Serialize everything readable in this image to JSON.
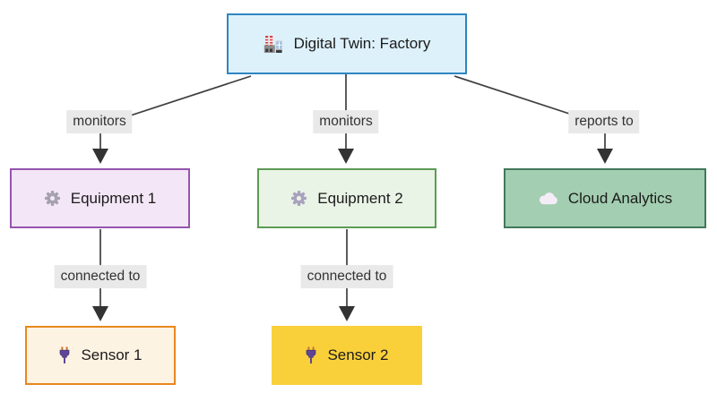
{
  "diagram": {
    "background_color": "#ffffff",
    "edge_color": "#404040",
    "arrow_color": "#333333",
    "edge_label_bg": "#e9e9e9",
    "nodes": [
      {
        "id": "digital-twin",
        "label": "Digital Twin: Factory",
        "icon": "factory-icon",
        "bg": "#ddf1fb",
        "border": "#2e86c1"
      },
      {
        "id": "equipment-1",
        "label": "Equipment 1",
        "icon": "gear-icon",
        "bg": "#f3e6f7",
        "border": "#9455ad"
      },
      {
        "id": "equipment-2",
        "label": "Equipment 2",
        "icon": "gear-icon",
        "bg": "#e9f4e6",
        "border": "#5d9b55"
      },
      {
        "id": "cloud-analytics",
        "label": "Cloud Analytics",
        "icon": "cloud-icon",
        "bg": "#a3ceb1",
        "border": "#41785a"
      },
      {
        "id": "sensor-1",
        "label": "Sensor 1",
        "icon": "plug-icon",
        "bg": "#fdf3e3",
        "border": "#e8871e"
      },
      {
        "id": "sensor-2",
        "label": "Sensor 2",
        "icon": "plug-icon",
        "bg": "#f9d03a",
        "border": "#f9d03a"
      }
    ],
    "edges": [
      {
        "from": "digital-twin",
        "to": "equipment-1",
        "label": "monitors"
      },
      {
        "from": "digital-twin",
        "to": "equipment-2",
        "label": "monitors"
      },
      {
        "from": "digital-twin",
        "to": "cloud-analytics",
        "label": "reports to"
      },
      {
        "from": "equipment-1",
        "to": "sensor-1",
        "label": "connected to"
      },
      {
        "from": "equipment-2",
        "to": "sensor-2",
        "label": "connected to"
      }
    ]
  }
}
